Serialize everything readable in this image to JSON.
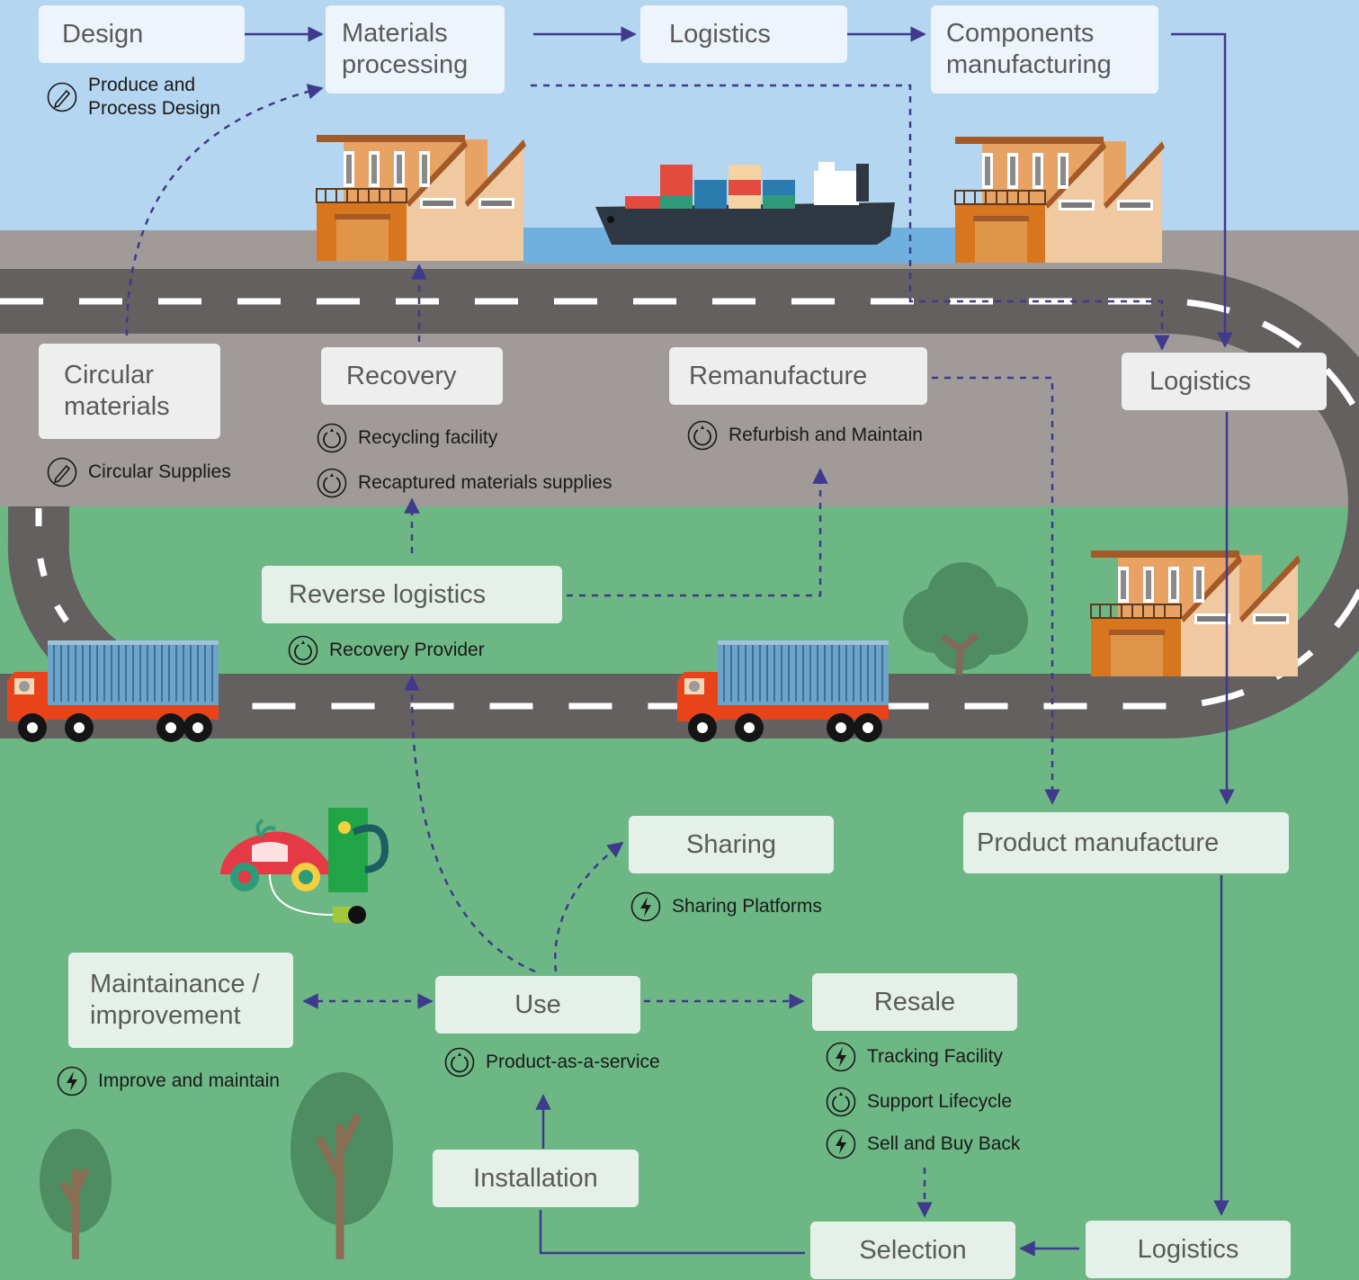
{
  "colors": {
    "sky": "#b5d6f0",
    "road_band": "#a09b98",
    "grass": "#6cb784",
    "road": "#646060",
    "arrow": "#3f3a8c",
    "box_text": "#5a5a5a"
  },
  "stages": {
    "design": "Design",
    "materials_processing": "Materials\nprocessing",
    "logistics_top": "Logistics",
    "components_manufacturing": "Components\nmanufacturing",
    "circular_materials": "Circular\nmaterials",
    "recovery": "Recovery",
    "remanufacture": "Remanufacture",
    "logistics_right": "Logistics",
    "reverse_logistics": "Reverse logistics",
    "sharing": "Sharing",
    "product_manufacture": "Product manufacture",
    "maintenance": "Maintainance /\nimprovement",
    "use": "Use",
    "resale": "Resale",
    "installation": "Installation",
    "selection": "Selection",
    "logistics_bottom": "Logistics"
  },
  "labels": {
    "produce_design": {
      "text": "Produce and\nProcess Design",
      "icon": "pencil-icon"
    },
    "circular_supplies": {
      "text": "Circular Supplies",
      "icon": "pencil-icon"
    },
    "recycling_facility": {
      "text": "Recycling facility",
      "icon": "cycle-icon"
    },
    "recaptured_supplies": {
      "text": "Recaptured materials supplies",
      "icon": "cycle-icon"
    },
    "refurbish": {
      "text": "Refurbish and Maintain",
      "icon": "cycle-icon"
    },
    "recovery_provider": {
      "text": "Recovery Provider",
      "icon": "cycle-icon"
    },
    "sharing_platforms": {
      "text": "Sharing Platforms",
      "icon": "bolt-icon"
    },
    "improve_maintain": {
      "text": "Improve and maintain",
      "icon": "bolt-icon"
    },
    "product_service": {
      "text": "Product-as-a-service",
      "icon": "cycle-icon"
    },
    "tracking_facility": {
      "text": "Tracking Facility",
      "icon": "bolt-icon"
    },
    "support_lifecycle": {
      "text": "Support Lifecycle",
      "icon": "cycle-icon"
    },
    "sell_buy_back": {
      "text": "Sell and Buy Back",
      "icon": "bolt-icon"
    }
  }
}
